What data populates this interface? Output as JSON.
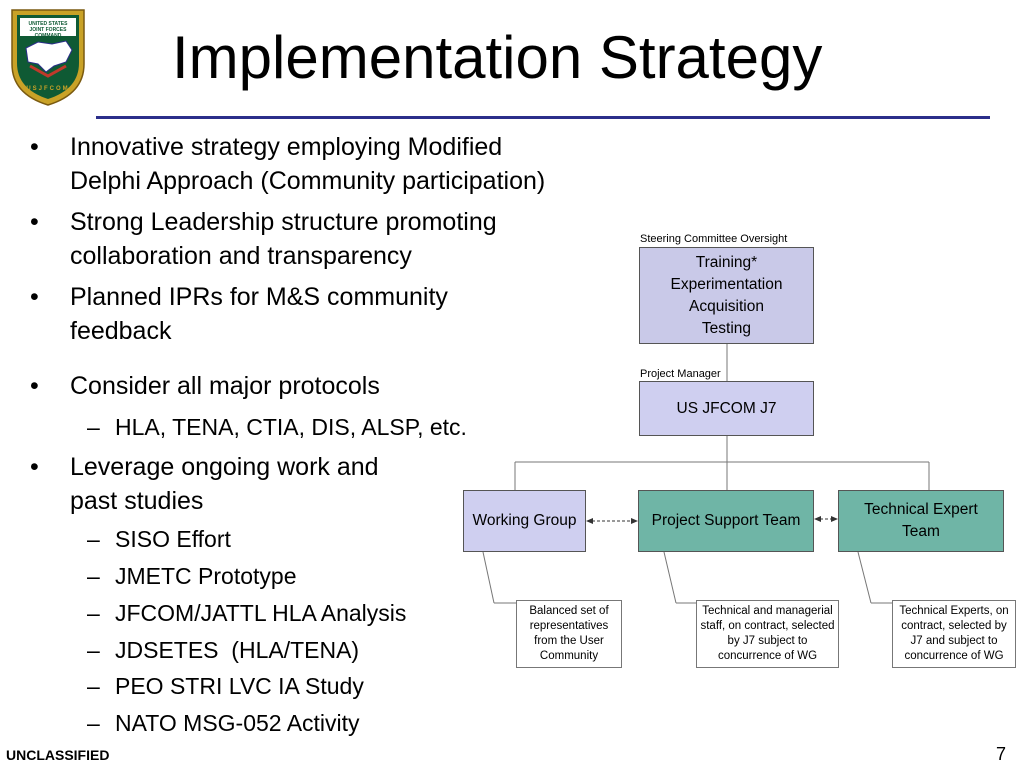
{
  "title": "Implementation Strategy",
  "logo": {
    "top_text": "UNITED STATES JOINT FORCES COMMAND",
    "bottom_text": "USJFCOM",
    "colors": {
      "shield": "#0f5a34",
      "border": "#c9a227",
      "map": "#ffffff"
    }
  },
  "bullets": [
    {
      "lines": [
        "Innovative strategy employing Modified",
        "Delphi Approach (Community participation)"
      ]
    },
    {
      "lines": [
        "Strong Leadership structure promoting",
        "collaboration and transparency"
      ]
    },
    {
      "lines": [
        "Planned IPRs for M&S community",
        "feedback"
      ]
    },
    {
      "lines": [
        "Consider all major protocols"
      ],
      "subs": [
        "HLA, TENA, CTIA, DIS, ALSP, etc."
      ]
    },
    {
      "lines": [
        "Leverage ongoing work and",
        "past studies"
      ],
      "subs": [
        "SISO Effort",
        "JMETC Prototype",
        "JFCOM/JATTL HLA Analysis",
        "JDSETES  (HLA/TENA)",
        "PEO STRI LVC IA Study",
        "NATO MSG-052 Activity"
      ]
    }
  ],
  "org": {
    "steering_caption": "Steering Committee Oversight",
    "steering_box": "Training*\nExperimentation\nAcquisition\nTesting",
    "pm_caption": "Project  Manager",
    "pm_box": "US JFCOM J7",
    "working_group": "Working Group",
    "project_support": "Project Support Team",
    "technical_expert": "Technical Expert\nTeam",
    "note_wg": "Balanced set of\nrepresentatives\nfrom the User\nCommunity",
    "note_pst": "Technical and managerial\nstaff, on contract, selected\nby J7 subject to\nconcurrence of WG",
    "note_tet": "Technical Experts, on\ncontract, selected by\nJ7 and subject to\nconcurrence of WG"
  },
  "footer": {
    "classification": "UNCLASSIFIED",
    "page": "7"
  }
}
